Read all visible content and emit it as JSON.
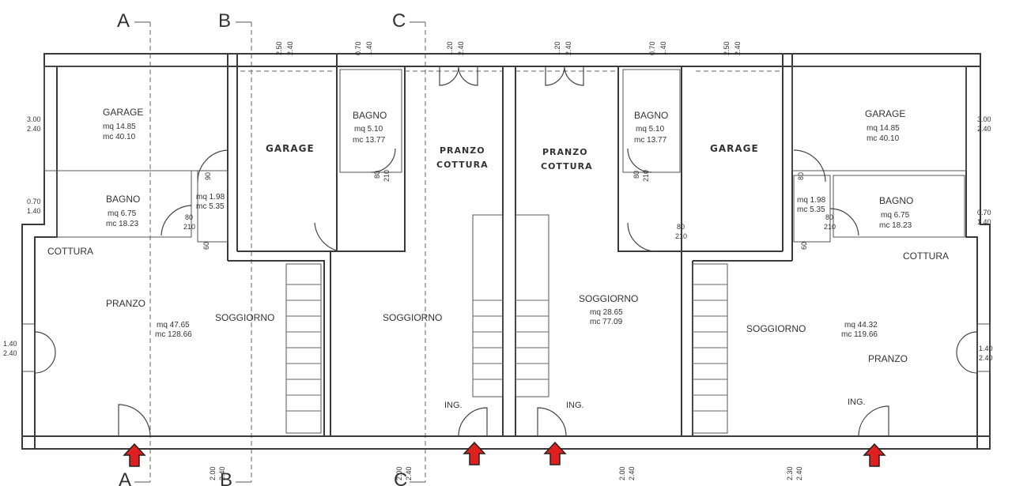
{
  "section_marks": {
    "a": "A",
    "b": "B",
    "c": "C"
  },
  "rooms": {
    "garage": "GARAGE",
    "bagno": "BAGNO",
    "cottura": "COTTURA",
    "pranzo": "PRANZO",
    "soggiorno": "SOGGIORNO",
    "pranzo_cottura_1": "PRANZO",
    "pranzo_cottura_2": "COTTURA",
    "ing": "ING."
  },
  "areas": {
    "garage_l_mq": "mq 14.85",
    "garage_l_mc": "mc 40.10",
    "bagno_l_mq": "mq 6.75",
    "bagno_l_mc": "mc 18.23",
    "dis_l_mq": "mq 1.98",
    "dis_l_mc": "mc 5.35",
    "main_l_mq": "mq 47.65",
    "main_l_mc": "mc 128.66",
    "bagno_c1_mq": "mq 5.10",
    "bagno_c1_mc": "mc 13.77",
    "bagno_c2_mq": "mq 5.10",
    "bagno_c2_mc": "mc 13.77",
    "sog_c2_mq": "mq 28.65",
    "sog_c2_mc": "mc 77.09",
    "garage_r_mq": "mq 14.85",
    "garage_r_mc": "mc 40.10",
    "bagno_r_mq": "mq 6.75",
    "bagno_r_mc": "mc 18.23",
    "dis_r_mq": "mq 1.98",
    "dis_r_mc": "mc 5.35",
    "main_r_mq": "mq 44.32",
    "main_r_mc": "mc 119.66"
  },
  "dims": {
    "d300": "3.00",
    "d240": "2.40",
    "d070": "0.70",
    "d140": "1.40",
    "d250": "2.50",
    "d120": "1.20",
    "d200": "2.00",
    "d230": "2.30",
    "d80": "80",
    "d210": "210",
    "d90": "90",
    "d60": "60"
  },
  "colors": {
    "arrow": "#e02020",
    "line": "#3a3a3a"
  }
}
